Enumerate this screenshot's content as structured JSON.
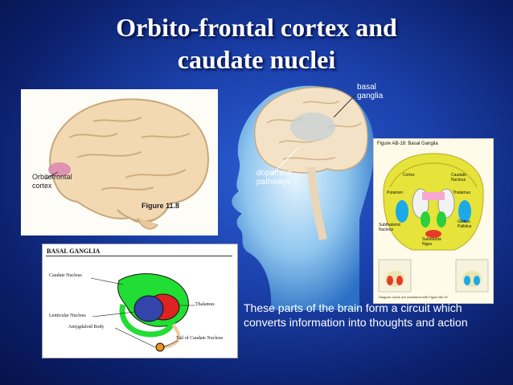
{
  "slide": {
    "title_line1": "Orbito-frontal cortex and",
    "title_line2": "caudate nuclei",
    "caption": "These parts of the brain form a circuit which converts information into thoughts and action"
  },
  "figure_brain": {
    "label_line1": "Orbitofrontal",
    "label_line2": "cortex",
    "figure_number": "Figure 11.8"
  },
  "figure_head": {
    "basal_line1": "basal",
    "basal_line2": "ganglia",
    "dopamine_line1": "dopamine",
    "dopamine_line2": "pathways"
  },
  "figure_ab18": {
    "title": "Figure AB-18: Basal Ganglia",
    "cortex": "Cortex",
    "caudate_line1": "Caudate",
    "caudate_line2": "Nucleus",
    "thalamus": "Thalamus",
    "putamen": "Putamen",
    "globus_line1": "Globus",
    "globus_line2": "Pallidus",
    "subthalamic_line1": "Subthalamic",
    "subthalamic_line2": "Nucleus",
    "substantia_line1": "Substantia",
    "substantia_line2": "Nigra",
    "footer": "Diagram colors are consistent with Figure AB-19"
  },
  "figure_basal": {
    "header": "BASAL GANGLIA",
    "caudate": "Caudate Nucleus",
    "thalamus": "Thalamus",
    "lenticular": "Lenticular Nucleus",
    "amygdaloid": "Amygdaloid Body",
    "tail": "Tail of Caudate Nucleus"
  },
  "colors": {
    "background": "#1a3fa8",
    "caudate_green": "#22dd33",
    "lenticular_blue": "#3344aa",
    "thalamus_red": "#dd2222",
    "amygdala_orange": "#f09020"
  }
}
